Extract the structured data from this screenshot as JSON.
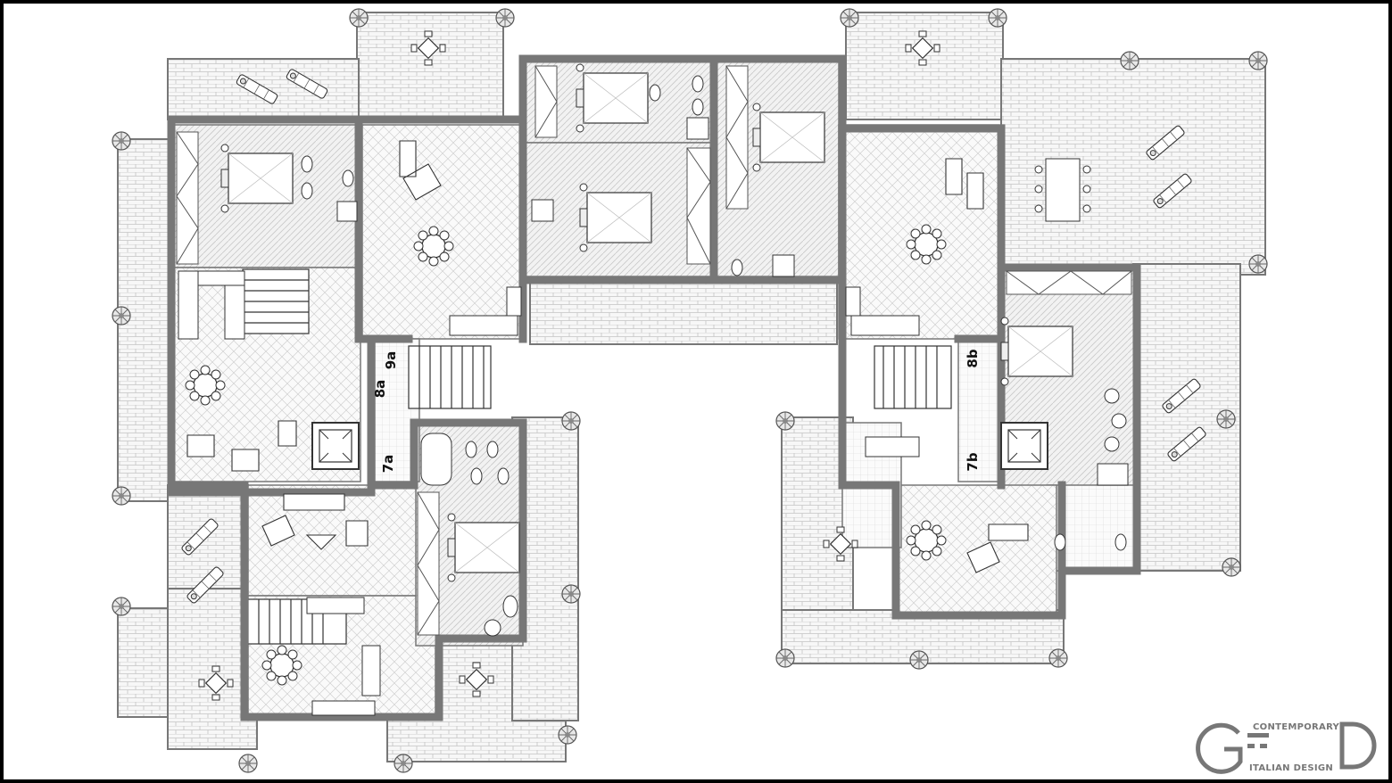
{
  "units": {
    "a7": "7a",
    "a8": "8a",
    "a9": "9a",
    "b7": "7b",
    "b8": "8b"
  },
  "logo": {
    "top_text": "CONTEMPORARY",
    "bottom_text": "ITALIAN DESIGN",
    "monogram_left": "G",
    "monogram_right": "D",
    "color": "#777777"
  },
  "colors": {
    "frame": "#000000",
    "background": "#ffffff",
    "wall": "#7a7a7a",
    "floor_tile": "#b8b8b8"
  }
}
